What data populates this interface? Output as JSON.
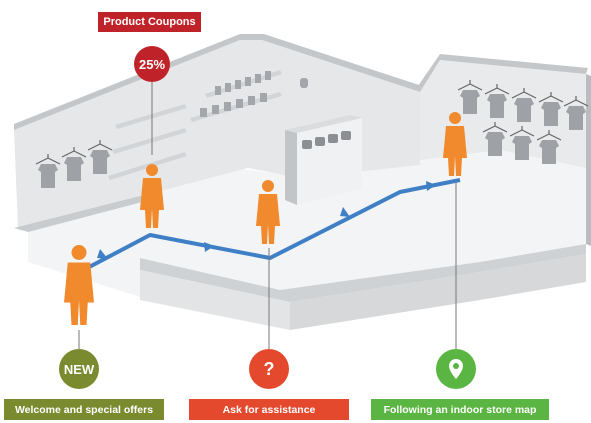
{
  "coupon": {
    "title": "Product Coupons",
    "percent": "25%",
    "color": "#c0222a"
  },
  "markers": [
    {
      "icon": "new-badge-icon",
      "label": "NEW",
      "caption": "Welcome and special offers",
      "color": "#7a8a2e"
    },
    {
      "icon": "question-icon",
      "label": "?",
      "caption": "Ask for assistance",
      "color": "#e5492d"
    },
    {
      "icon": "location-pin-icon",
      "label": "",
      "caption": "Following an indoor store map",
      "color": "#5bb542"
    }
  ],
  "colors": {
    "person": "#f08a2c",
    "path": "#3f7fc6",
    "floor": "#f3f4f5",
    "wall_top": "#c9cccf",
    "wall_inner": "#e8e9ea",
    "wall_side": "#b9bcc0"
  }
}
